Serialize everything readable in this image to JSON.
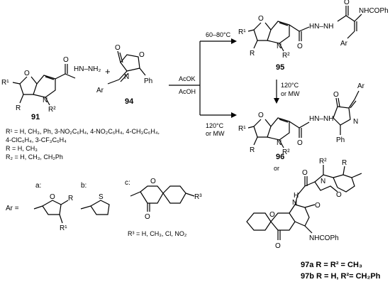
{
  "compounds": {
    "c91": "91",
    "c94": "94",
    "c95": "95",
    "c96": "96",
    "c97a": "97a",
    "c97b": "97b"
  },
  "conditions": {
    "top_arrow": "60–80°C",
    "mid_reagent1": "AcOK",
    "mid_reagent2": "AcOH",
    "lower_arrow_line1": "120°C",
    "lower_arrow_line2": "or MW",
    "vert_arrow_line1": "120°C",
    "vert_arrow_line2": "or MW",
    "or_text": "or"
  },
  "plus": "+",
  "substituents": {
    "r1_line1": "R¹ = H, CH₃, Ph, 3-NO₂C₆H₄, 4-NO₂C₆H₄, 4-CH₃C₆H₄,",
    "r1_line2": "4-ClC₆H₄, 3-CF₃C₆H₄",
    "r_line": "R = H, CH₃",
    "r2_line": "R₂ = H, CH₃, CH₂Ph",
    "r3_line": "R³ = H, CH₃, Cl, NO₂",
    "ar_eq": "Ar =",
    "label_a": "a:",
    "label_b": "b:",
    "label_c": "c:"
  },
  "legend_97": {
    "line_a": "97a R = R² = CH₃",
    "line_b": "97b R = H, R²= CH₂Ph"
  },
  "atoms": {
    "O": "O",
    "N": "N",
    "S": "S",
    "HN": "HN",
    "NH": "NH",
    "NN": "N",
    "H": "H",
    "R": "R",
    "R1": "R¹",
    "R2": "R²",
    "R3": "R³",
    "Ar": "Ar",
    "Ph": "Ph",
    "NHNH2": "HN–NH₂",
    "HNNH": "HN–NH",
    "NHCOPh": "NHCOPh"
  }
}
